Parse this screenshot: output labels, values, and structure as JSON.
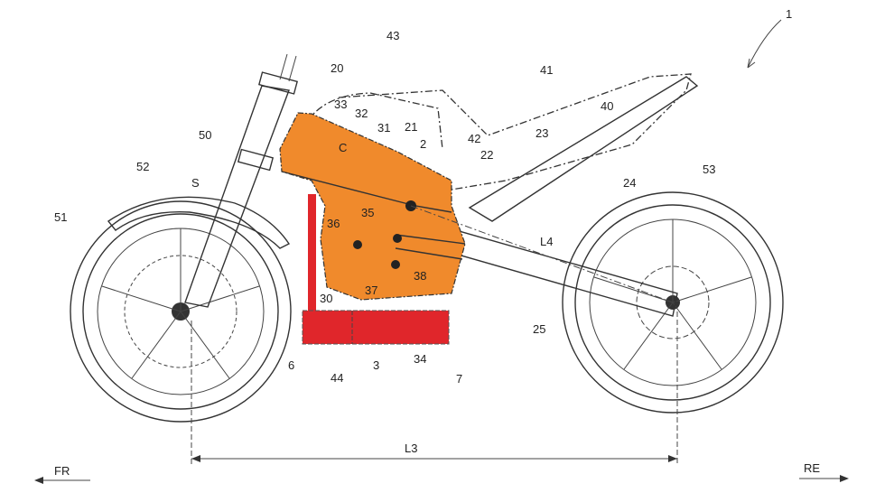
{
  "figure": {
    "colors": {
      "power_unit": "#f08a2c",
      "battery": "#e0262b",
      "line": "#333333"
    },
    "labels": {
      "l1": "1",
      "l20": "20",
      "l43": "43",
      "l41": "41",
      "l40": "40",
      "l33": "33",
      "l32": "32",
      "l31": "31",
      "l21": "21",
      "l2": "2",
      "lC": "C",
      "l42": "42",
      "l22": "22",
      "l23": "23",
      "l24": "24",
      "l50": "50",
      "l52": "52",
      "lS": "S",
      "l51": "51",
      "l53": "53",
      "l35": "35",
      "l36": "36",
      "l38": "38",
      "l37": "37",
      "l30": "30",
      "lL4": "L4",
      "l25": "25",
      "l6": "6",
      "l44": "44",
      "l3": "3",
      "l34": "34",
      "l7": "7",
      "lL3": "L3"
    },
    "directions": {
      "front": "FR",
      "rear": "RE"
    }
  }
}
